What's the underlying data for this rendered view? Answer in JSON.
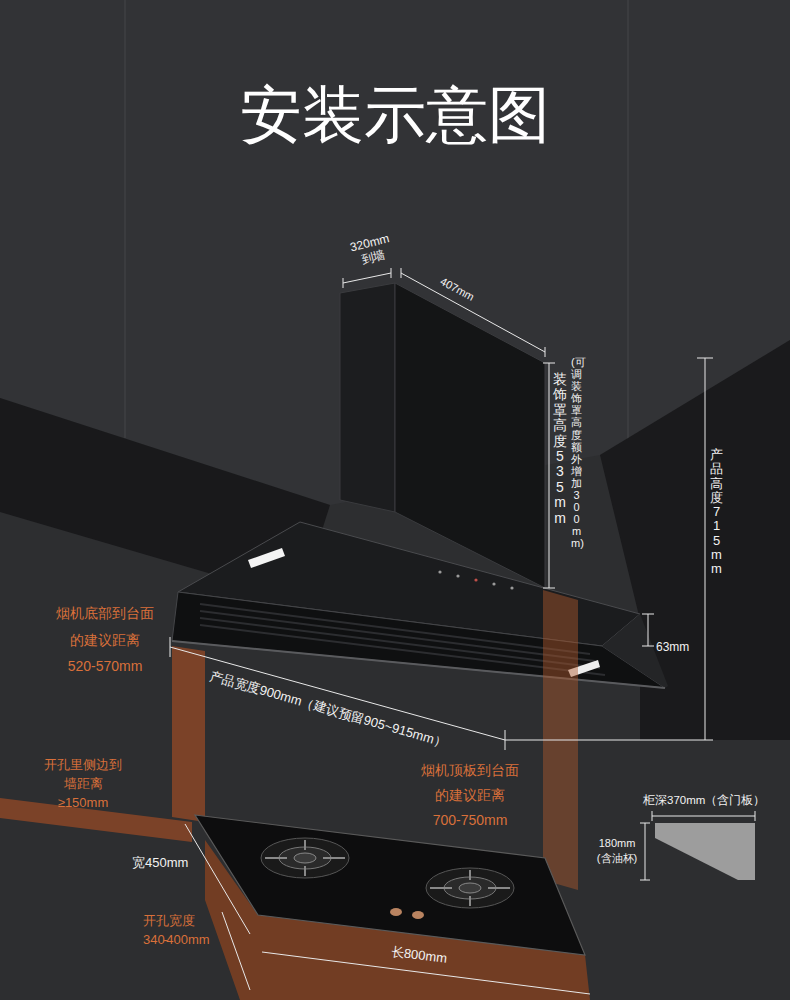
{
  "diagram": {
    "title": "安装示意图",
    "labels": [
      "320mm 到墙",
      "407mm",
      "装饰罩高度 535mm",
      "(可调装饰罩高度额外增加300mm)",
      "产品高度 715mm",
      "63mm",
      "烟机底部到台面 的建议距离 520-570mm",
      "产品宽度900mm（建议预留905~915mm）",
      "开孔里侧边到 墙距离≥150mm",
      "烟机顶板到台面 的建议距离 700-750mm",
      "柜深370mm（含门板）",
      "180mm (含油杯)",
      "宽450mm",
      "开孔宽度 340 - 400mm",
      "长800mm"
    ]
  }
}
